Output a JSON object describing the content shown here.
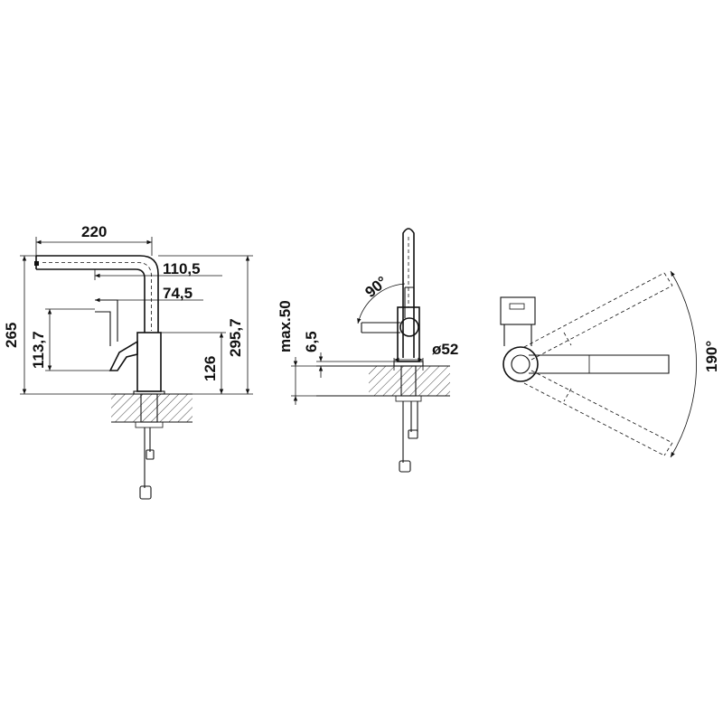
{
  "side_view": {
    "dim_width": "220",
    "dim_spout_reach": "110,5",
    "dim_handle_reach": "74,5",
    "dim_total_height_left": "265",
    "dim_spout_height": "113,7",
    "dim_base_height": "126",
    "dim_total_height_right": "295,7"
  },
  "front_view": {
    "dim_angle": "90°",
    "dim_max_thickness": "max.50",
    "dim_escutcheon": "6,5",
    "dim_diameter": "ø52"
  },
  "top_view": {
    "dim_rotation": "190°"
  },
  "colors": {
    "line": "#111111",
    "background": "#ffffff"
  }
}
